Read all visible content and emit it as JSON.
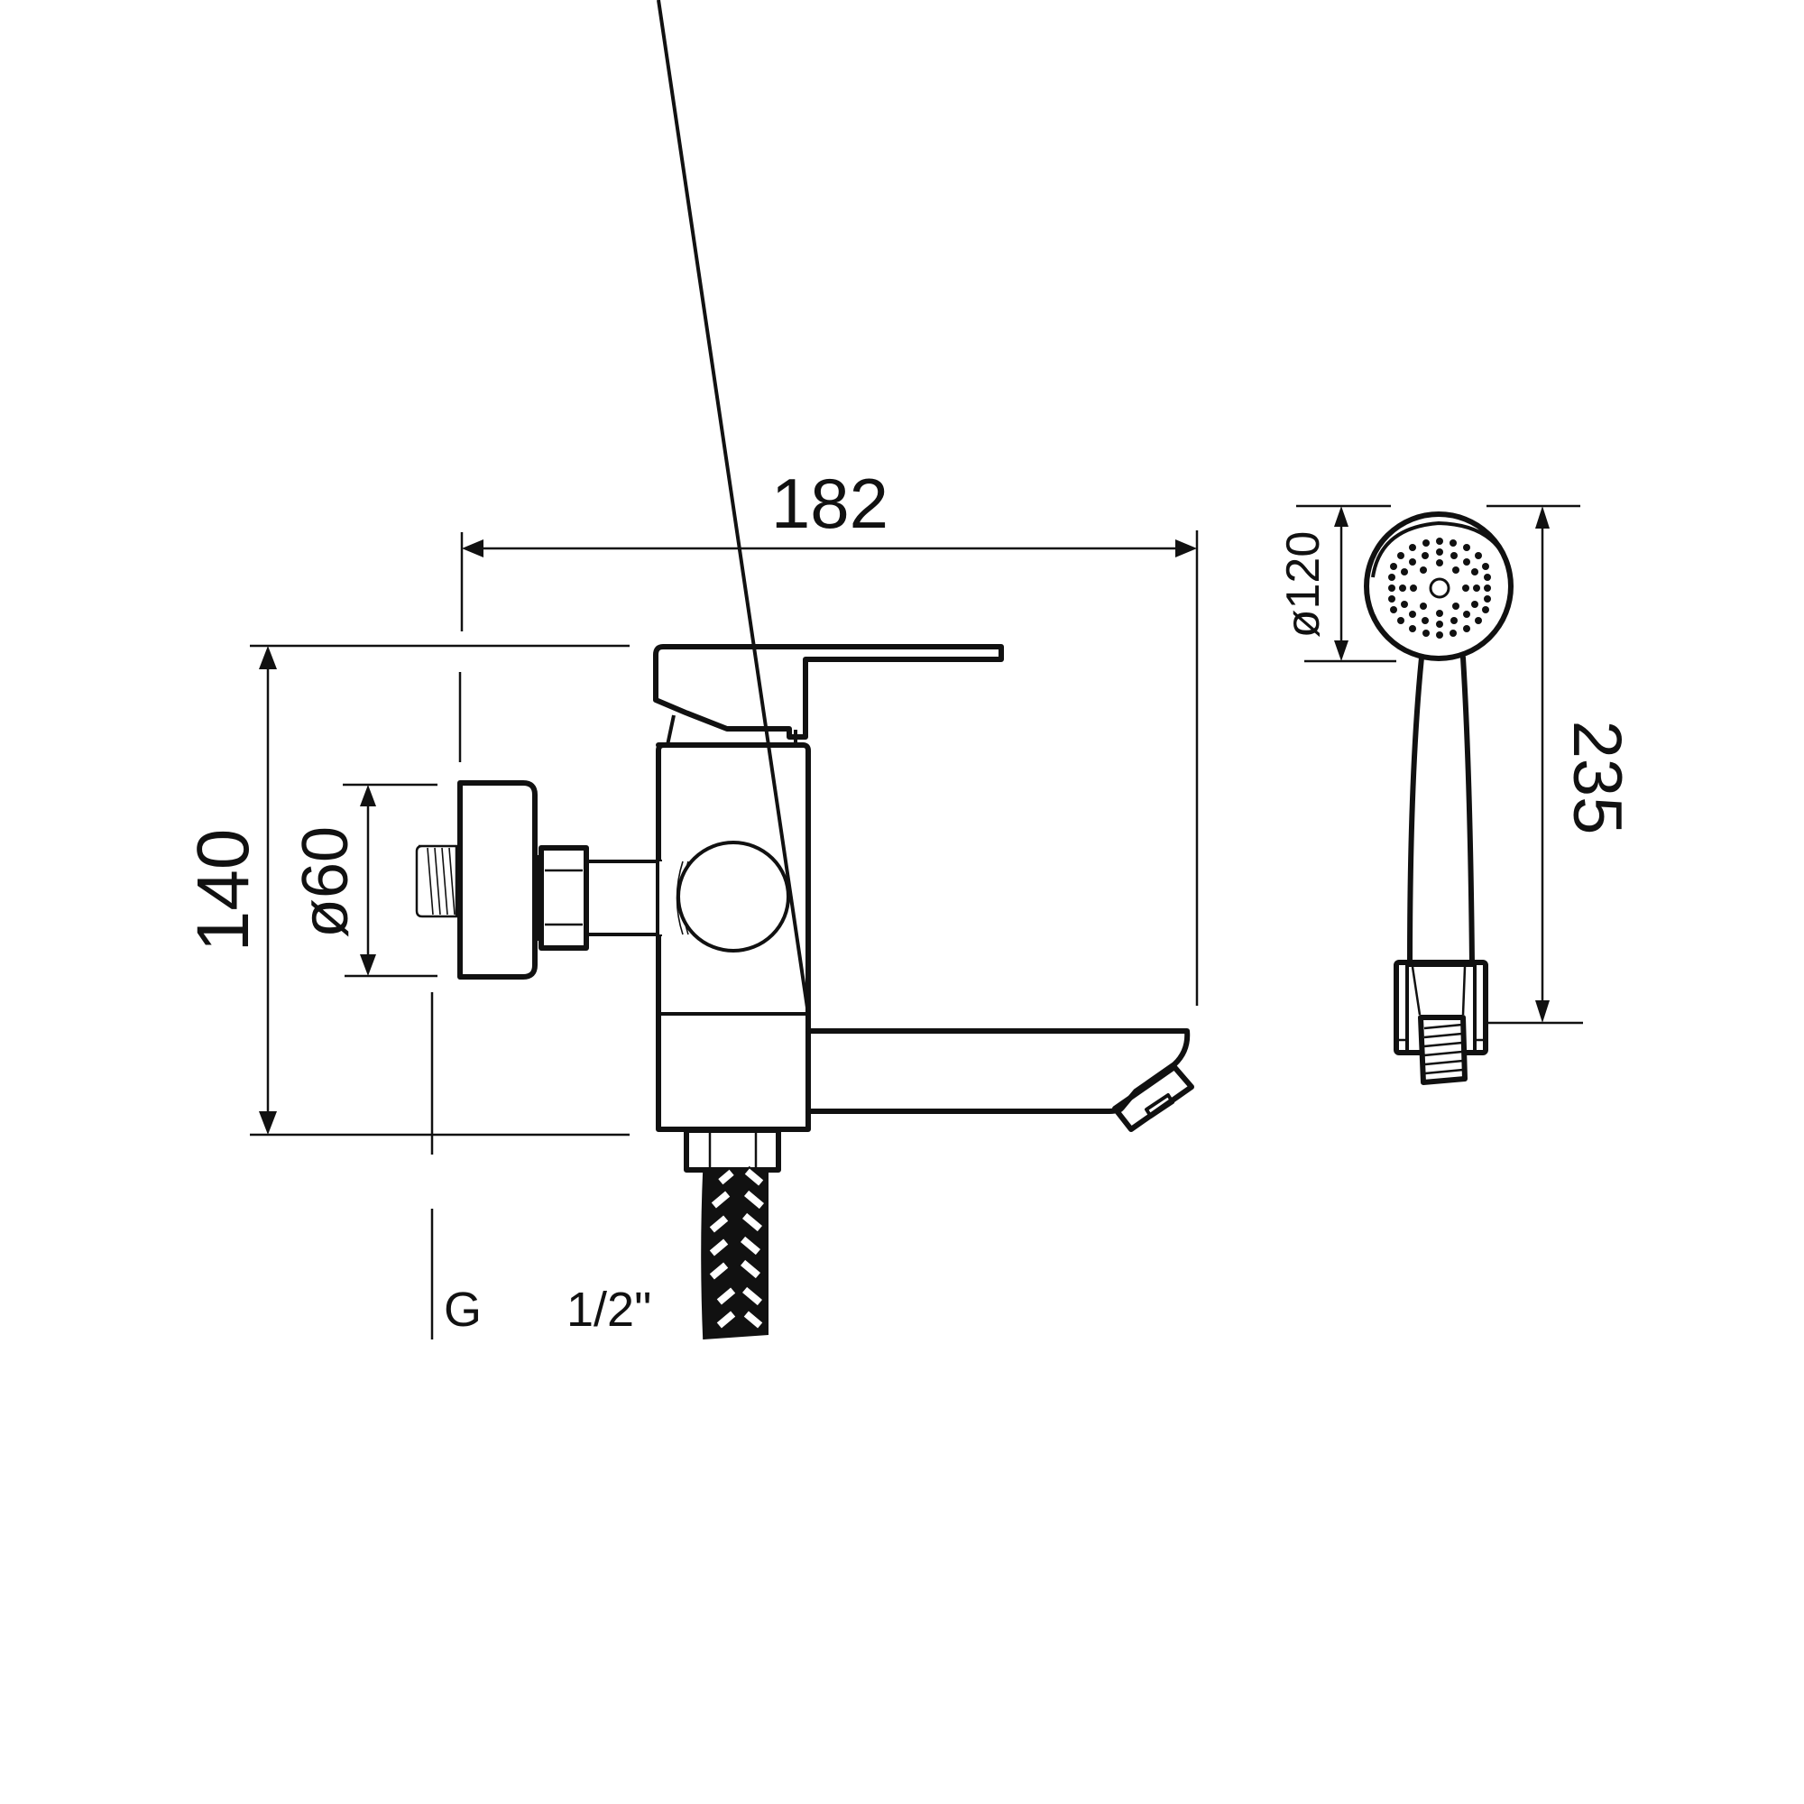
{
  "drawing": {
    "title": "Bath mixer with hand shower — dimensional drawing",
    "units": "mm",
    "colors": {
      "line": "#111111",
      "background": "#ffffff"
    }
  },
  "dimensions": {
    "overall_length": {
      "label": "182",
      "orientation": "horizontal"
    },
    "overall_height": {
      "label": "140",
      "orientation": "vertical"
    },
    "flange_diameter": {
      "label": "ø60",
      "orientation": "vertical"
    },
    "inlet_thread": {
      "prefix": "G",
      "size": "1/2\""
    },
    "shower_head_diameter": {
      "label": "ø120",
      "orientation": "vertical"
    },
    "shower_length": {
      "label": "235",
      "orientation": "vertical"
    }
  },
  "parts": {
    "mixer": [
      "lever-handle",
      "cartridge-cap",
      "mixer-body",
      "diverter-knob",
      "eccentric-connector",
      "wall-flange",
      "threaded-inlet",
      "spout",
      "aerator",
      "braided-hose"
    ],
    "hand_shower": [
      "shower-head",
      "spray-nozzles",
      "shower-handle",
      "hose-connector"
    ]
  }
}
